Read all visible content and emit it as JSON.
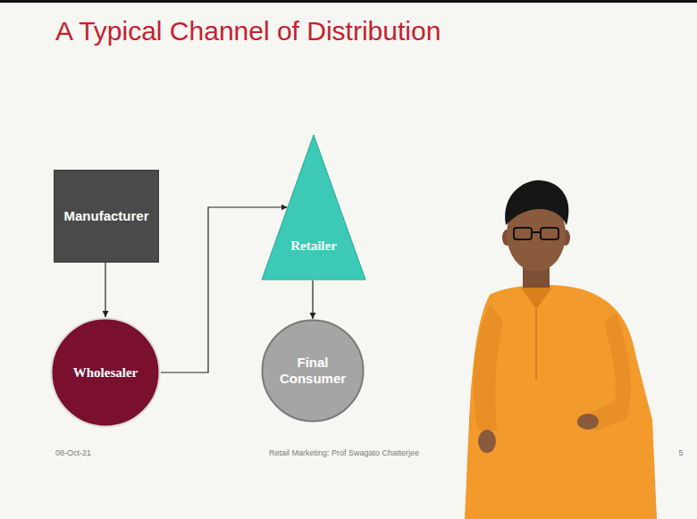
{
  "diagram": {
    "title": "A Typical Channel of Distribution",
    "nodes": [
      {
        "text": [
          "Manufacturer"
        ]
      },
      {
        "text": [
          "Wholesaler"
        ]
      },
      {
        "text": [
          "Retailer"
        ]
      },
      {
        "text": [
          "Final Consumer"
        ]
      }
    ],
    "edges": [
      {
        "from": 0,
        "to": 1,
        "arrow": "to"
      },
      {
        "from": 1,
        "to": 2,
        "arrow": "to"
      },
      {
        "from": 2,
        "to": 3,
        "arrow": "to"
      }
    ],
    "labels": [
      "08-Oct-21",
      "Retail Marketing: Prof Swagato Chatterjee",
      "5"
    ]
  }
}
